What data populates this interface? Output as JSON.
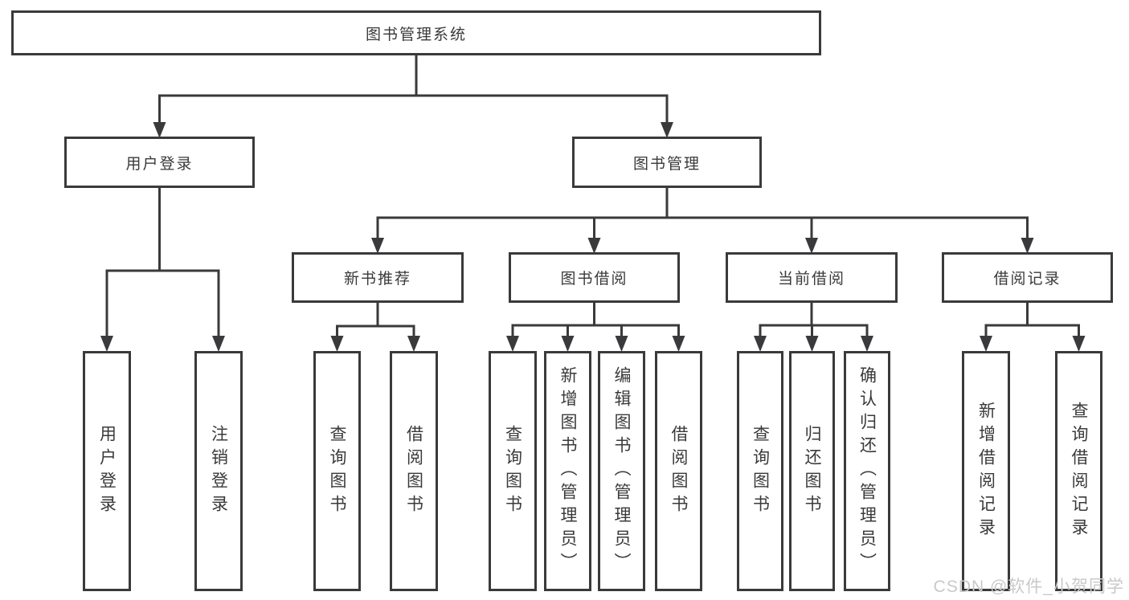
{
  "tree": {
    "root": {
      "label": "图书管理系统"
    },
    "branches": [
      {
        "label": "用户登录",
        "leaves": [
          {
            "label": "用户登录"
          },
          {
            "label": "注销登录"
          }
        ]
      },
      {
        "label": "图书管理",
        "children": [
          {
            "label": "新书推荐",
            "leaves": [
              {
                "label": "查询图书"
              },
              {
                "label": "借阅图书"
              }
            ]
          },
          {
            "label": "图书借阅",
            "leaves": [
              {
                "label": "查询图书"
              },
              {
                "label": "新增图书（管理员）"
              },
              {
                "label": "编辑图书（管理员）"
              },
              {
                "label": "借阅图书"
              }
            ]
          },
          {
            "label": "当前借阅",
            "leaves": [
              {
                "label": "查询图书"
              },
              {
                "label": "归还图书"
              },
              {
                "label": "确认归还（管理员）"
              }
            ]
          },
          {
            "label": "借阅记录",
            "leaves": [
              {
                "label": "新增借阅记录"
              },
              {
                "label": "查询借阅记录"
              }
            ]
          }
        ]
      }
    ]
  },
  "watermark": {
    "text": "CSDN @软件_小贺同学"
  },
  "colors": {
    "line": "#3a3a3c",
    "text": "#3a3a3c",
    "watermark": "#c9c9c9",
    "background": "#ffffff"
  }
}
